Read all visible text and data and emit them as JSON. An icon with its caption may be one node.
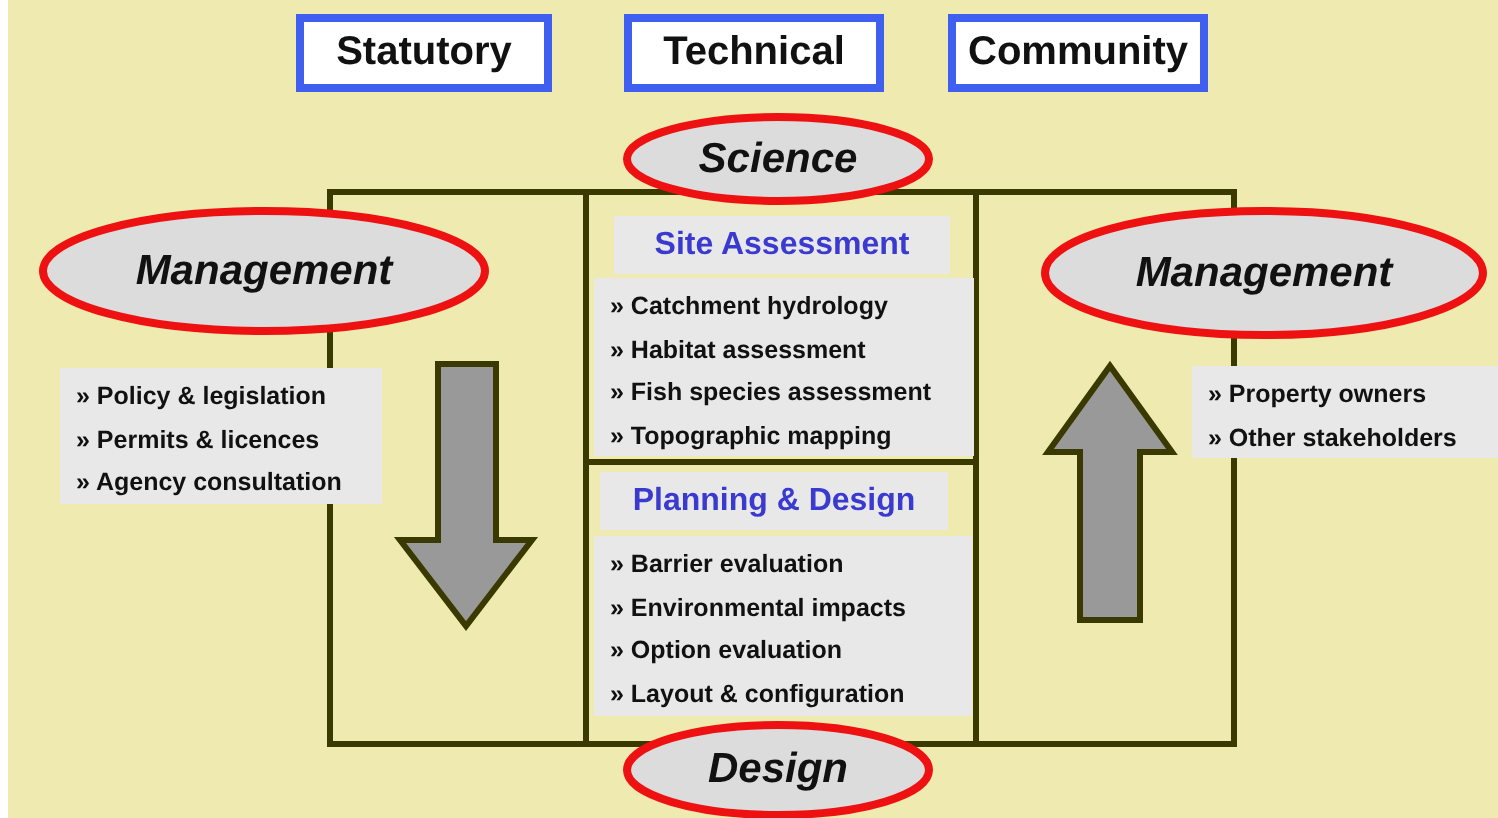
{
  "diagram": {
    "nodes": [
      {
        "text": [
          "Statutory"
        ]
      },
      {
        "text": [
          "Technical"
        ]
      },
      {
        "text": [
          "Community"
        ]
      },
      {
        "text": [
          "Science"
        ]
      },
      {
        "text": [
          "Management"
        ]
      },
      {
        "text": [
          "» Policy & legislation",
          "» Permits & licences",
          "» Agency consultation"
        ]
      },
      {
        "text": [
          "Site Assessment"
        ]
      },
      {
        "text": [
          "» Catchment hydrology",
          "» Habitat assessment",
          "» Fish species assessment",
          "» Topographic mapping"
        ]
      },
      {
        "text": [
          "Planning & Design"
        ]
      },
      {
        "text": [
          "» Barrier evaluation",
          "» Environmental impacts",
          "» Option evaluation",
          "» Layout & configuration"
        ]
      },
      {
        "text": [
          "Management"
        ]
      },
      {
        "text": [
          "» Property owners",
          "» Other stakeholders"
        ]
      },
      {
        "text": [
          "Design"
        ]
      }
    ],
    "edges": []
  }
}
